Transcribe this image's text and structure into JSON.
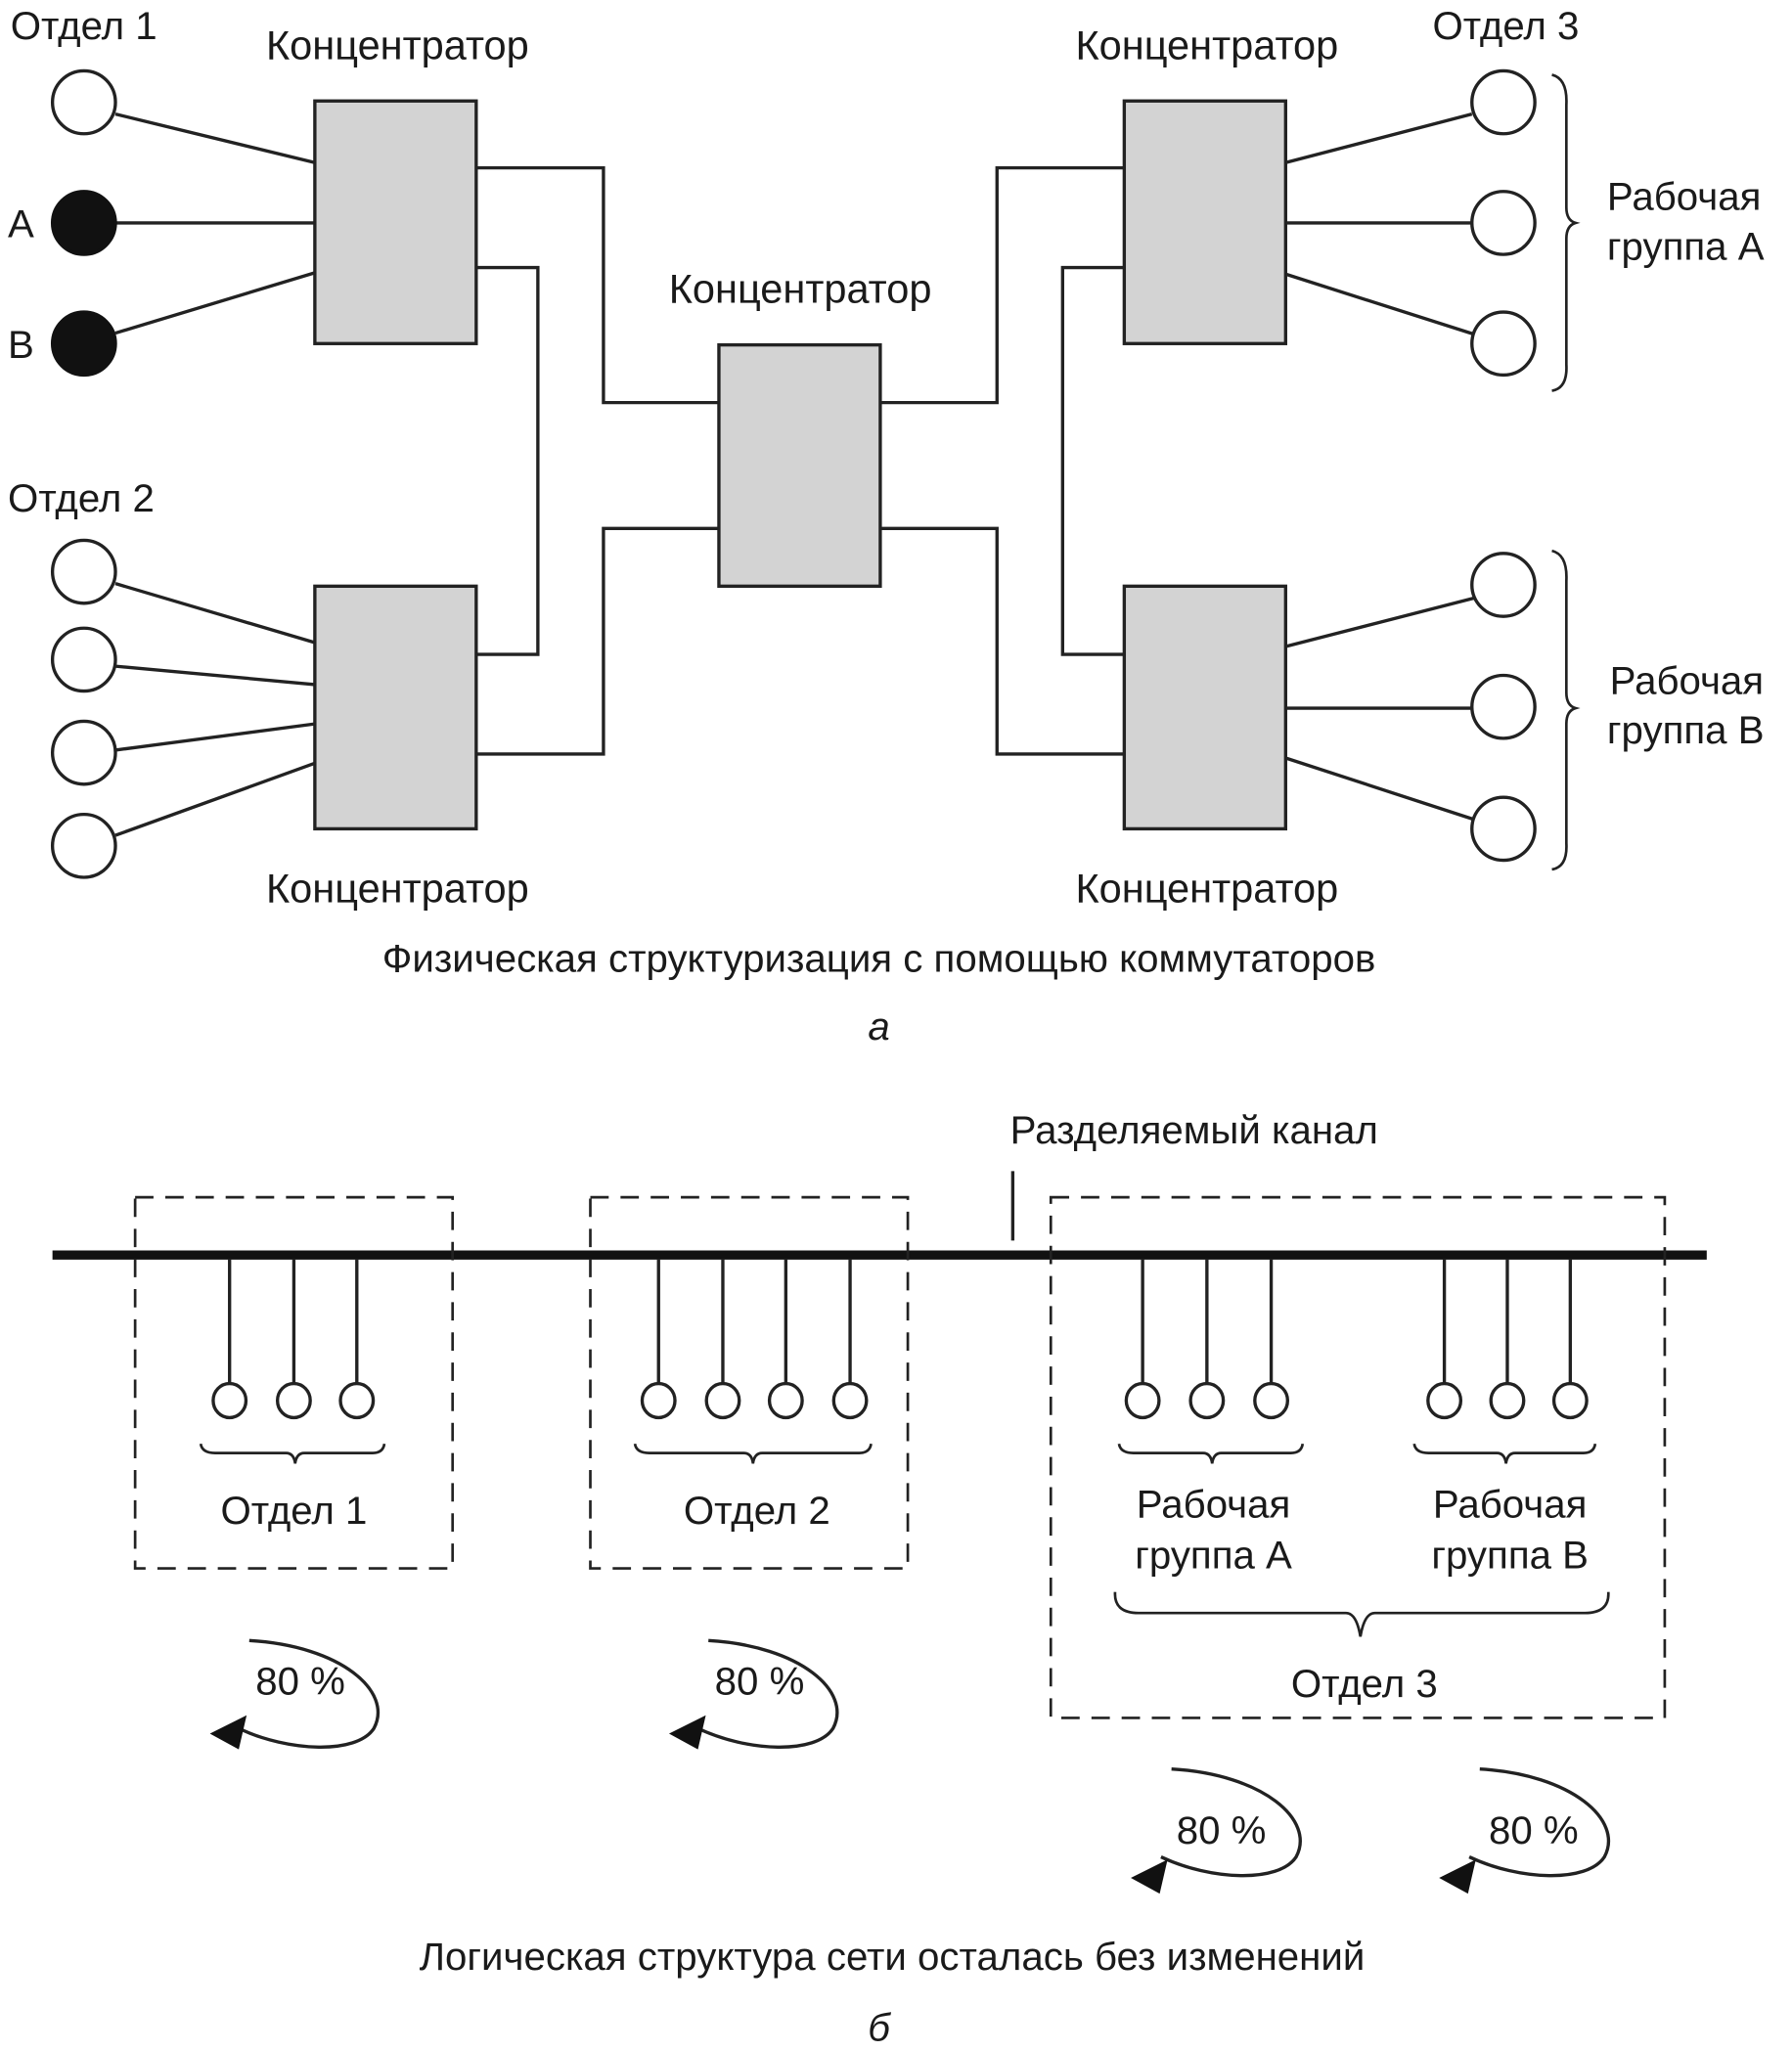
{
  "figure_a": {
    "hub_label": "Концентратор",
    "dept1_label": "Отдел 1",
    "dept2_label": "Отдел 2",
    "dept3_label": "Отдел 3",
    "node_a_label": "A",
    "node_b_label": "B",
    "workgroup_a_label": [
      "Рабочая",
      "группа A"
    ],
    "workgroup_b_label": [
      "Рабочая",
      "группа B"
    ],
    "caption": "Физическая структуризация с помощью коммутаторов",
    "letter": "а"
  },
  "figure_b": {
    "shared_channel_label": "Разделяемый канал",
    "dept1_label": "Отдел 1",
    "dept2_label": "Отдел 2",
    "dept3_label": "Отдел 3",
    "workgroup_a_label": [
      "Рабочая",
      "группа A"
    ],
    "workgroup_b_label": [
      "Рабочая",
      "группа B"
    ],
    "traffic_labels": [
      "80 %",
      "80 %",
      "80 %",
      "80 %"
    ],
    "caption": "Логическая структура сети осталась без изменений",
    "letter": "б"
  }
}
